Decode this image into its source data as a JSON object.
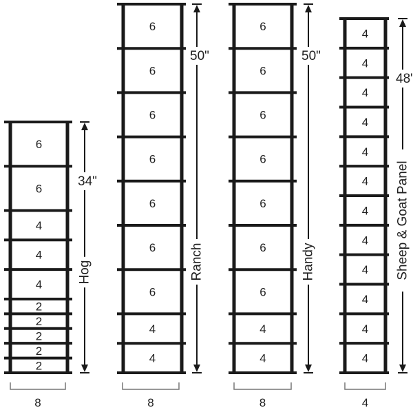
{
  "panels": [
    {
      "name": "Hog",
      "height": "34\"",
      "width": "8",
      "spacings": [
        "6",
        "6",
        "4",
        "4",
        "4",
        "2",
        "2",
        "2",
        "2",
        "2"
      ]
    },
    {
      "name": "Ranch",
      "height": "50\"",
      "width": "8",
      "spacings": [
        "6",
        "6",
        "6",
        "6",
        "6",
        "6",
        "6",
        "4",
        "4"
      ]
    },
    {
      "name": "Handy",
      "height": "50\"",
      "width": "8",
      "spacings": [
        "6",
        "6",
        "6",
        "6",
        "6",
        "6",
        "6",
        "4",
        "4"
      ]
    },
    {
      "name": "Sheep & Goat Panel",
      "height": "48\"",
      "width": "4",
      "spacings": [
        "4",
        "4",
        "4",
        "4",
        "4",
        "4",
        "4",
        "4",
        "4",
        "4",
        "4",
        "4"
      ]
    }
  ]
}
